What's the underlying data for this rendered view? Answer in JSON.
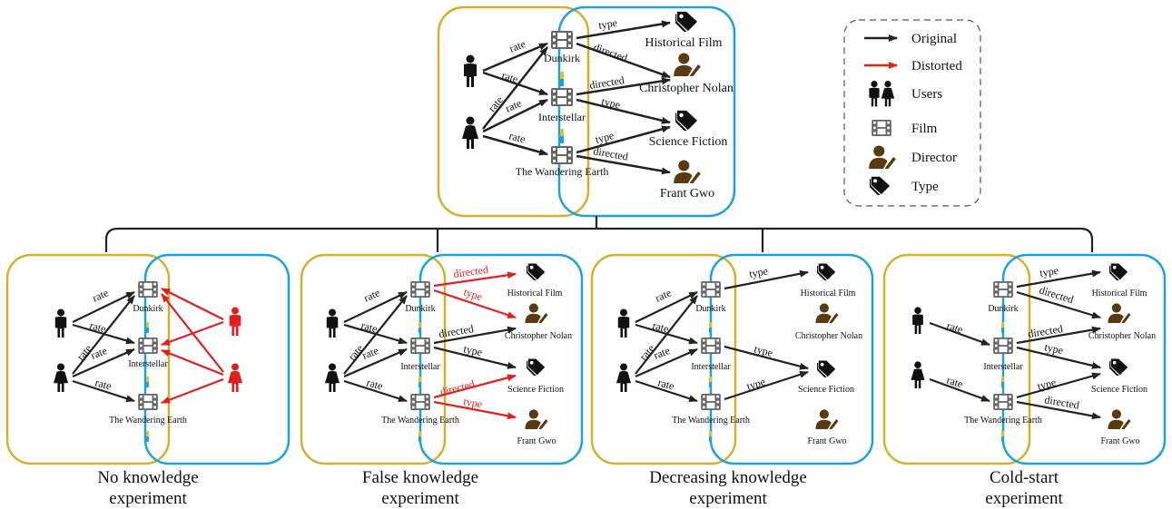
{
  "legend": {
    "items": [
      {
        "icon": "black-arrow",
        "label": "Original"
      },
      {
        "icon": "red-arrow",
        "label": "Distorted"
      },
      {
        "icon": "users-icon",
        "label": "Users"
      },
      {
        "icon": "film-icon",
        "label": "Film"
      },
      {
        "icon": "director-icon",
        "label": "Director"
      },
      {
        "icon": "tag-icon",
        "label": "Type"
      }
    ]
  },
  "colors": {
    "user_panel": "#d4b12c",
    "kg_panel": "#1aa3dc",
    "original_edge": "#222222",
    "distorted_edge": "#e0201e",
    "director": "#5a3a12"
  },
  "films": [
    "Dunkirk",
    "Interstellar",
    "The Wandering Earth"
  ],
  "entities": {
    "historical_film": "Historical Film",
    "christopher_nolan": "Christopher Nolan",
    "science_fiction": "Science Fiction",
    "frant_gwo": "Frant Gwo"
  },
  "relations": {
    "rate": "rate",
    "type": "type",
    "directed": "directed"
  },
  "captions": {
    "no_knowledge": [
      "No knowledge",
      "experiment"
    ],
    "false_knowledge": [
      "False knowledge",
      "experiment"
    ],
    "decreasing_knowledge": [
      "Decreasing knowledge",
      "experiment"
    ],
    "cold_start": [
      "Cold-start",
      "experiment"
    ]
  }
}
